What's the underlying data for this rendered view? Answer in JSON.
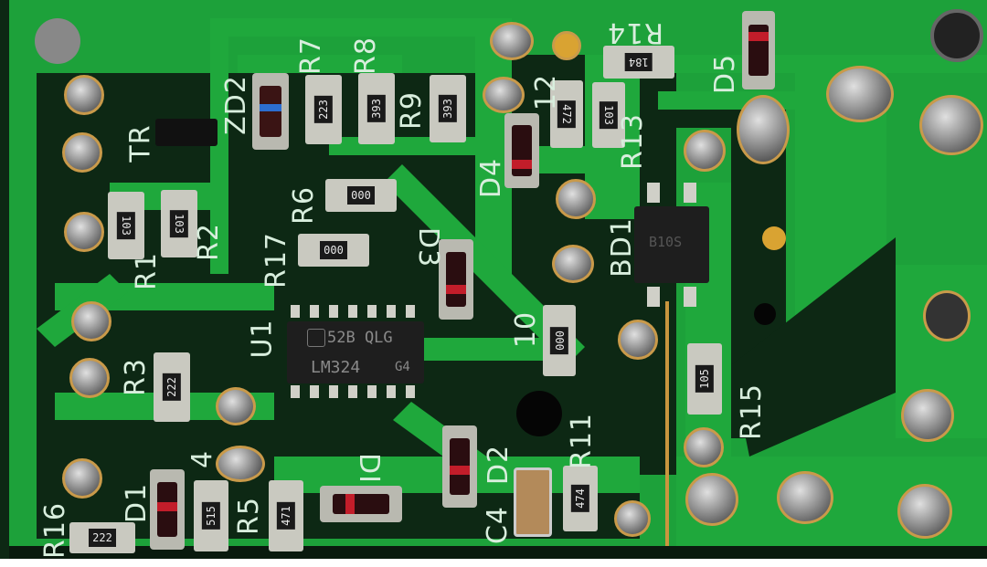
{
  "board": {
    "silkscreen": {
      "tr": "TR",
      "zd2": "ZD2",
      "r7": "R7",
      "r8": "R8",
      "r9": "R9",
      "r14": "R14",
      "n12": "12",
      "d5": "D5",
      "d4": "D4",
      "r13": "R13",
      "r6": "R6",
      "d3": "D3",
      "bd1": "BD1",
      "r17": "R17",
      "r2": "R2",
      "r1": "R1",
      "u1": "U1",
      "n10": "10",
      "r3": "R3",
      "r15": "R15",
      "r11": "R11",
      "d2": "D2",
      "d1_mirror": "DI",
      "c4": "C4",
      "r5": "R5",
      "r16": "R16",
      "d1": "D1",
      "n4": "4"
    },
    "resistor_codes": {
      "r1": "103",
      "r2": "103",
      "r7": "223",
      "r8": "393",
      "r9": "393",
      "r14": "184",
      "r12": "472",
      "r13": "103",
      "r6": "000",
      "r17": "000",
      "r10": "000",
      "r3": "222",
      "r15": "105",
      "r11": "474",
      "r5": "471",
      "r4": "515",
      "r16": "222"
    },
    "u1": {
      "line1": "52B QLG",
      "line2": "LM324",
      "line3": "G4"
    },
    "bd1": {
      "marking": "B10S"
    },
    "colors": {
      "substrate": "#0d2814",
      "trace": "#1fa83c",
      "silk": "#d8eedd",
      "solder": "#b0b0b0"
    }
  }
}
